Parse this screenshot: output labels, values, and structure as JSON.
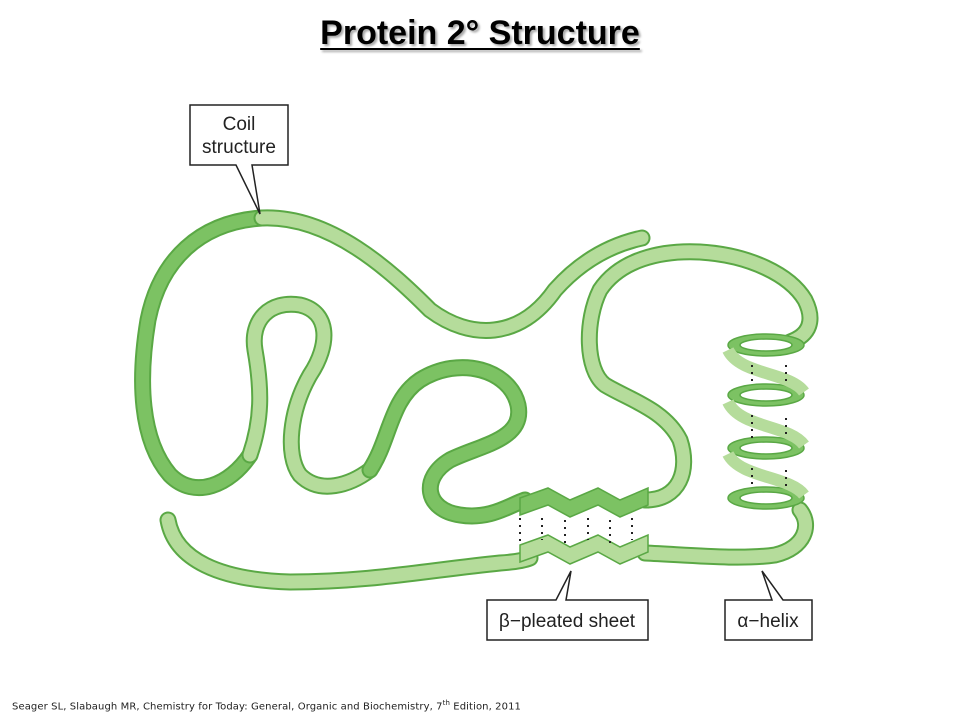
{
  "title": "Protein 2° Structure",
  "labels": {
    "coil": [
      "Coil",
      "structure"
    ],
    "beta_symbol": "β",
    "beta_text": "−pleated sheet",
    "alpha_symbol": "α",
    "alpha_text": "−helix"
  },
  "citation": {
    "before": "Seager SL, Slabaugh MR, Chemistry for Today: General, Organic and Biochemistry, 7",
    "sup": "th",
    "after": " Edition, 2011"
  },
  "colors": {
    "ribbon_light": "#b5dc9b",
    "ribbon_dark": "#7cc263",
    "edge": "#5aa845"
  }
}
